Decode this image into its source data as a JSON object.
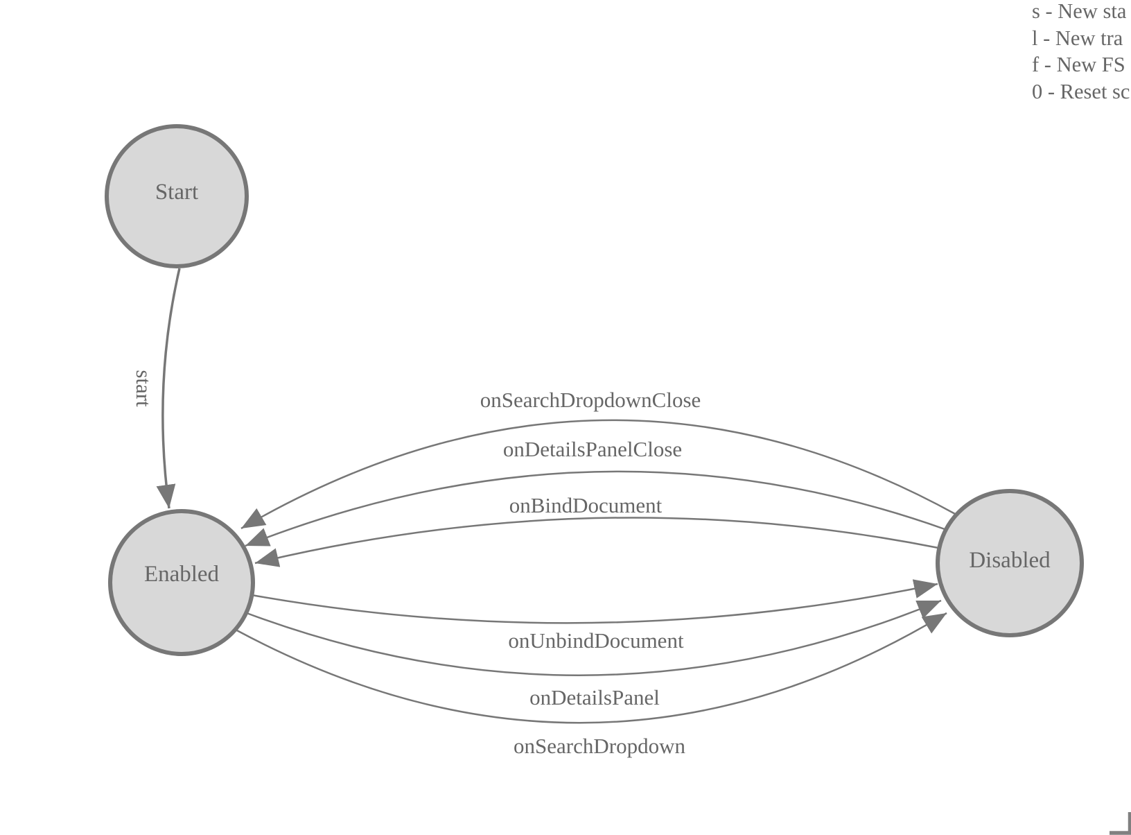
{
  "diagram": {
    "nodes": [
      {
        "id": "start-node",
        "label": "Start"
      },
      {
        "id": "enabled",
        "label": "Enabled"
      },
      {
        "id": "disabled",
        "label": "Disabled"
      }
    ],
    "edges": [
      {
        "label": "start",
        "from": "Start",
        "to": "Enabled"
      },
      {
        "label": "onSearchDropdownClose",
        "from": "Disabled",
        "to": "Enabled"
      },
      {
        "label": "onDetailsPanelClose",
        "from": "Disabled",
        "to": "Enabled"
      },
      {
        "label": "onBindDocument",
        "from": "Disabled",
        "to": "Enabled"
      },
      {
        "label": "onUnbindDocument",
        "from": "Enabled",
        "to": "Disabled"
      },
      {
        "label": "onDetailsPanel",
        "from": "Enabled",
        "to": "Disabled"
      },
      {
        "label": "onSearchDropdown",
        "from": "Enabled",
        "to": "Disabled"
      }
    ]
  },
  "legend": {
    "lines": [
      "s - New sta",
      "l - New tra",
      "f - New FS",
      "0 - Reset sc"
    ]
  },
  "colors": {
    "node_fill": "#d8d8d8",
    "node_stroke": "#777777",
    "edge_stroke": "#777777",
    "label_text": "#666666",
    "background": "#ffffff"
  }
}
